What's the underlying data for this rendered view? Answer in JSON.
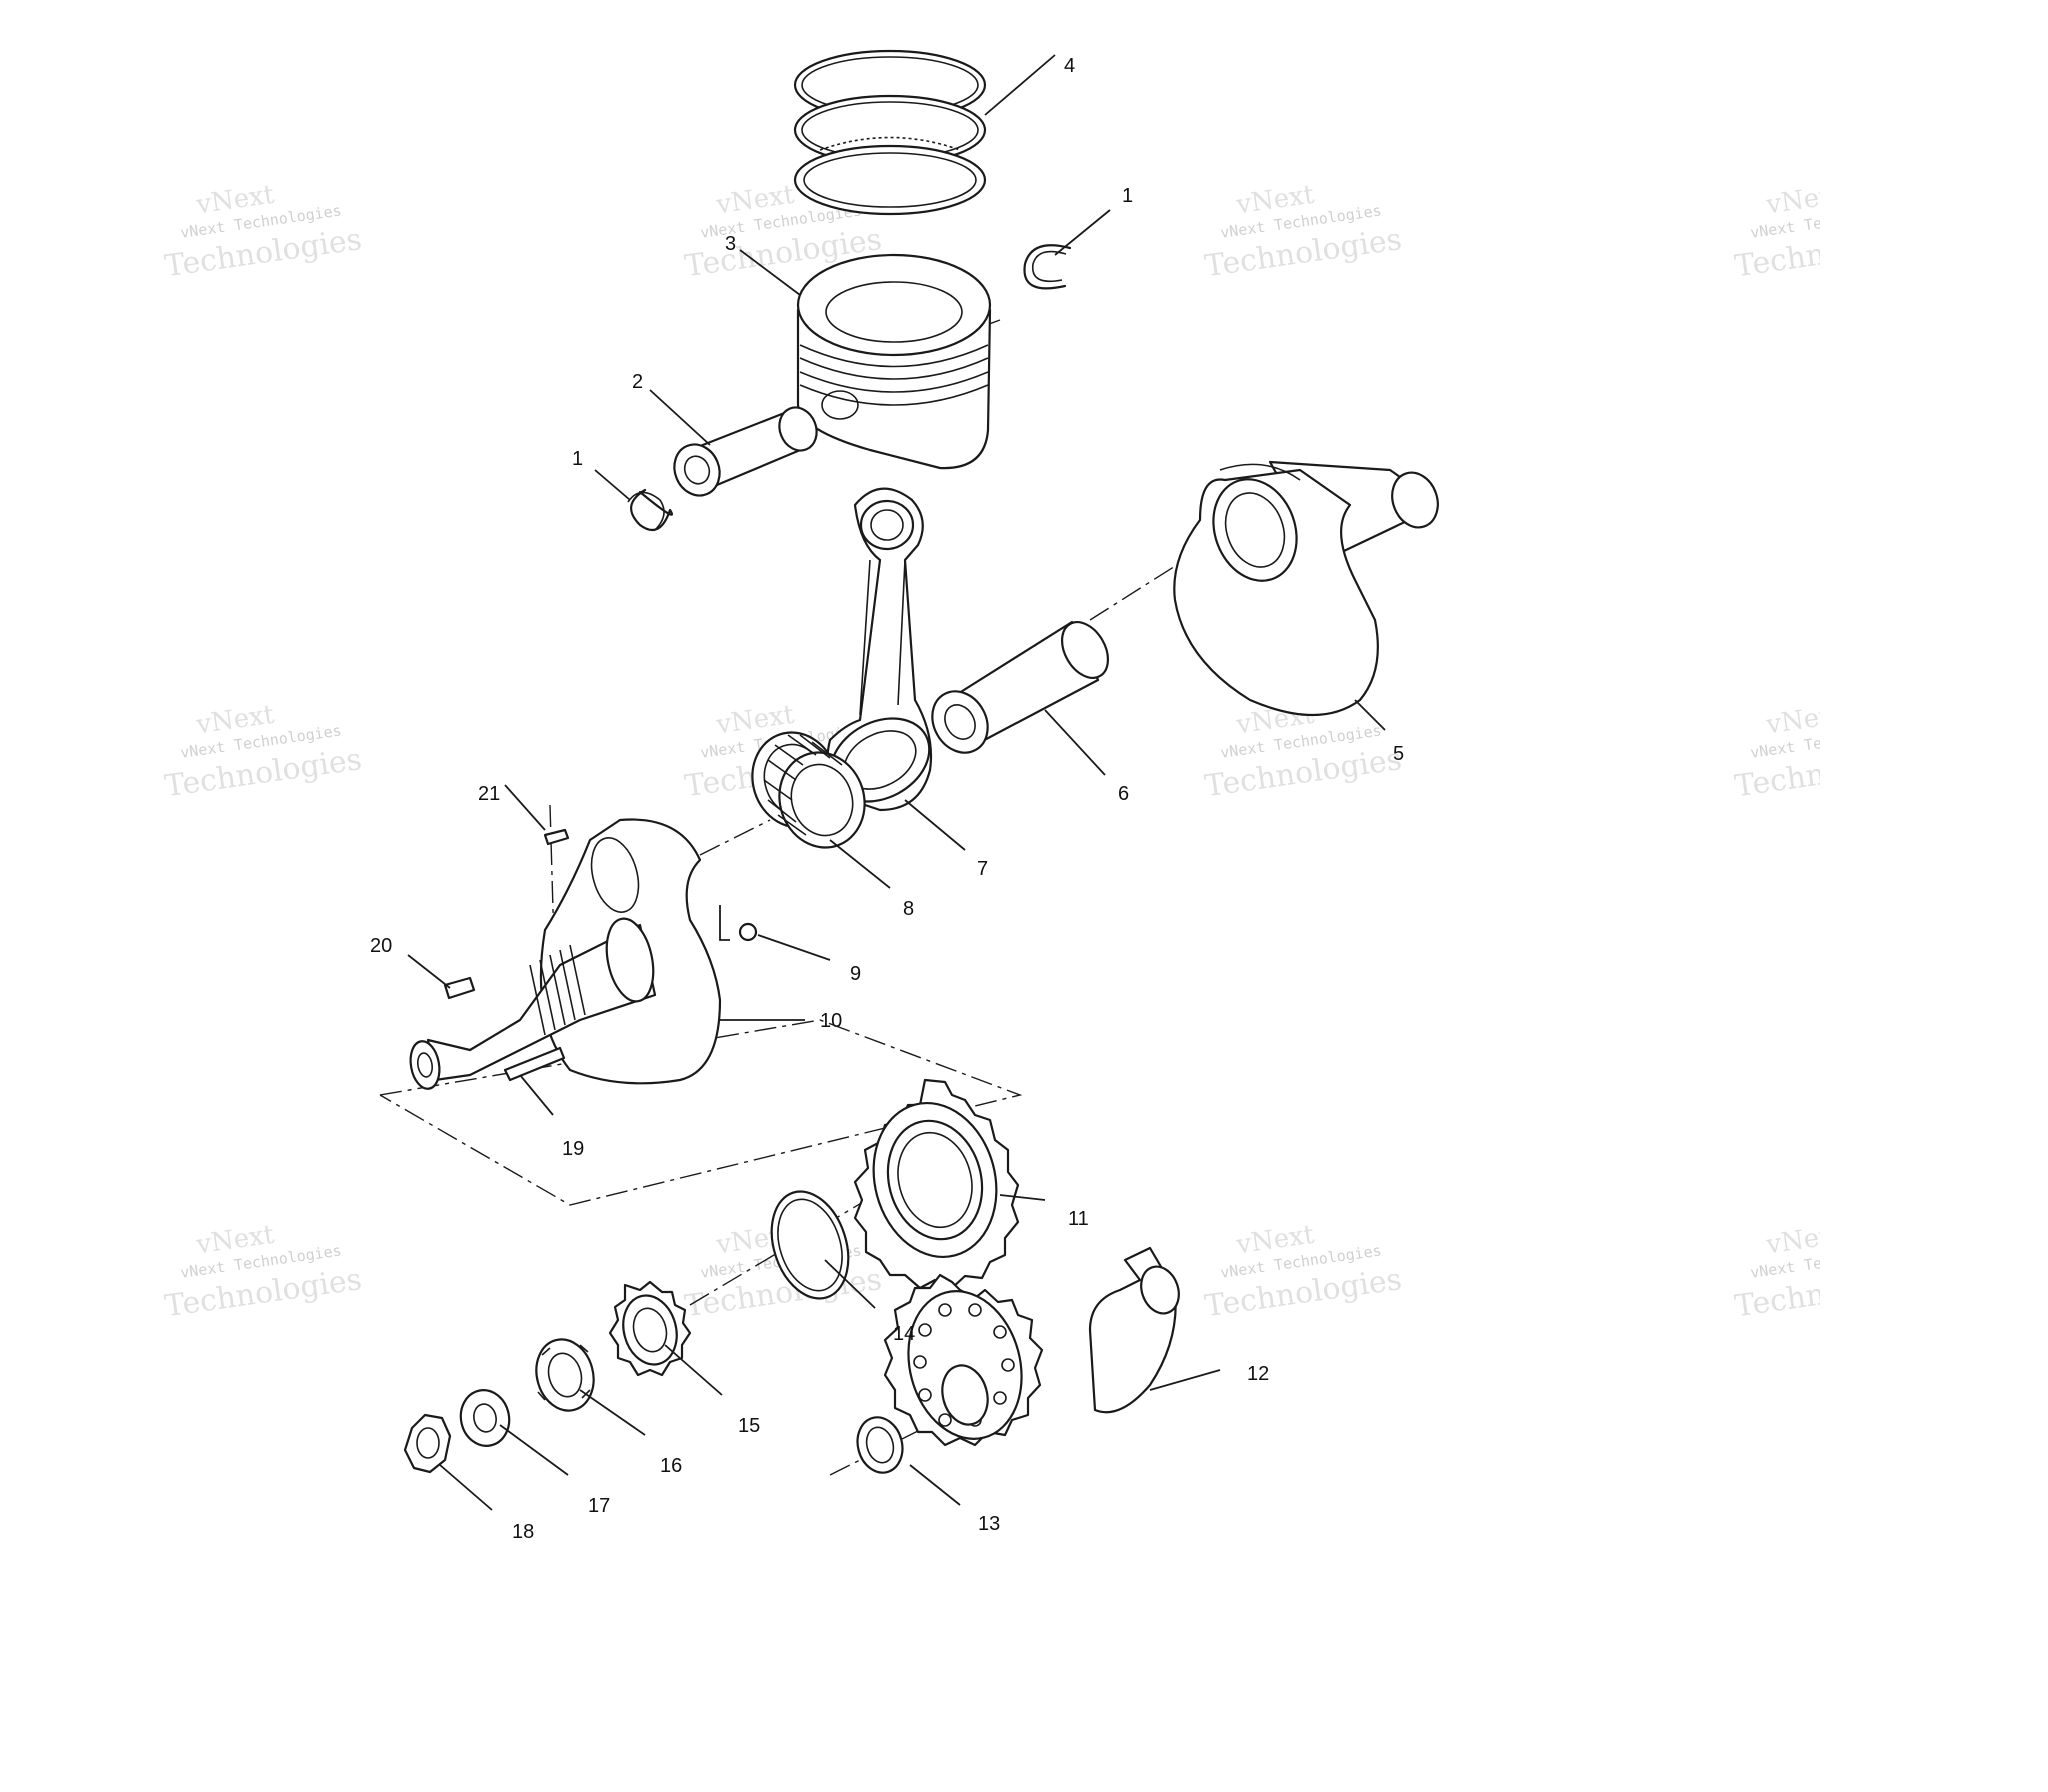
{
  "callouts": [
    {
      "id": "p1a",
      "label": "1"
    },
    {
      "id": "p1b",
      "label": "1"
    },
    {
      "id": "p2",
      "label": "2"
    },
    {
      "id": "p3",
      "label": "3"
    },
    {
      "id": "p4",
      "label": "4"
    },
    {
      "id": "p5",
      "label": "5"
    },
    {
      "id": "p6",
      "label": "6"
    },
    {
      "id": "p7",
      "label": "7"
    },
    {
      "id": "p8",
      "label": "8"
    },
    {
      "id": "p9",
      "label": "9"
    },
    {
      "id": "p10",
      "label": "10"
    },
    {
      "id": "p11",
      "label": "11"
    },
    {
      "id": "p12",
      "label": "12"
    },
    {
      "id": "p13",
      "label": "13"
    },
    {
      "id": "p14",
      "label": "14"
    },
    {
      "id": "p15",
      "label": "15"
    },
    {
      "id": "p16",
      "label": "16"
    },
    {
      "id": "p17",
      "label": "17"
    },
    {
      "id": "p18",
      "label": "18"
    },
    {
      "id": "p19",
      "label": "19"
    },
    {
      "id": "p20",
      "label": "20"
    },
    {
      "id": "p21",
      "label": "21"
    }
  ],
  "watermark": {
    "line1": "vNext",
    "line2": "vNext Technologies",
    "line3": "Technologies"
  }
}
